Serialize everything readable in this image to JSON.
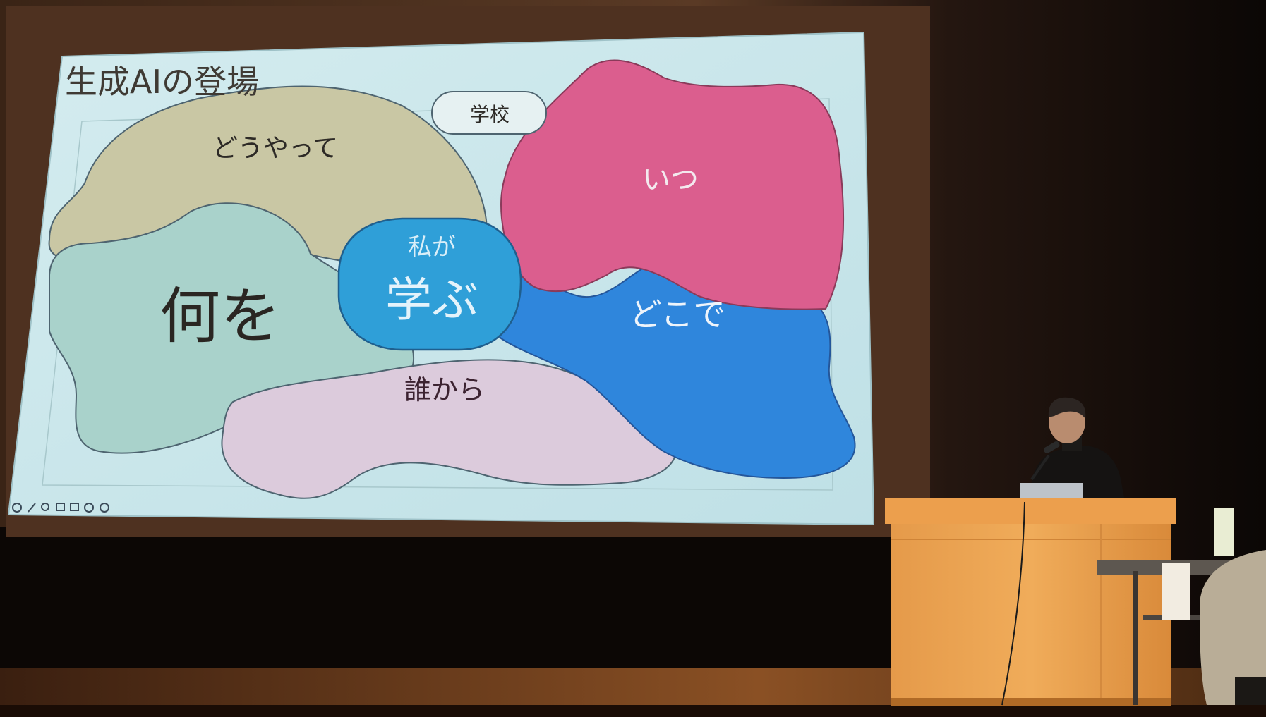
{
  "slide": {
    "title": "生成AIの登場",
    "regions": {
      "how": "どうやって",
      "what": "何を",
      "when": "いつ",
      "where": "どこで",
      "from_whom": "誰から",
      "school": "学校",
      "center_small": "私が",
      "center_large": "学ぶ"
    }
  },
  "colors": {
    "slide_bg": "#cde6ea",
    "how_blob": "#c9c7a4",
    "what_blob": "#a9d2cb",
    "when_blob": "#db5e8e",
    "where_blob": "#2f86dc",
    "from_whom_blob": "#dccbdc",
    "center_blob": "#2f9fd8"
  }
}
